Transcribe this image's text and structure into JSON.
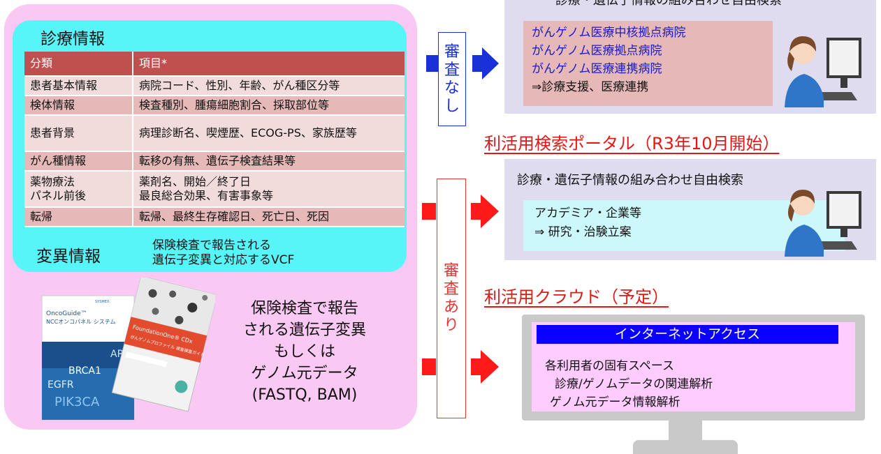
{
  "clinical": {
    "title": "診療情報",
    "header": [
      "分類",
      "項目*"
    ],
    "rows": [
      [
        "患者基本情報",
        "病院コード、性別、年齢、がん種区分等"
      ],
      [
        "検体情報",
        "検査種別、腫瘍細胞割合、採取部位等"
      ],
      [
        "患者背景",
        "病理診断名、喫煙歴、ECOG-PS、家族歴等"
      ],
      [
        "がん種情報",
        "転移の有無、遺伝子検査結果等"
      ],
      [
        "薬物療法\nパネル前後",
        "薬剤名、開始／終了日\n最良総合効果、有害事象等"
      ],
      [
        "転帰",
        "転帰、最終生存確認日、死亡日、死因"
      ]
    ]
  },
  "mutation": {
    "title": "変異情報",
    "desc": [
      "保険検査で報告される",
      "遺伝子変異と対応するVCF"
    ]
  },
  "brochures": {
    "left_title": "OncoGuide™",
    "left_subtitle": "NCCオンコパネル システム",
    "left_brand": "SYSMEX",
    "left_genes": [
      "ARID",
      "BRCA1",
      "EGFR",
      "PIK3CA"
    ],
    "right_title": "FoundationOne® CDx",
    "right_subtitle": "がんゲノムプロファイル 検査検査ガイド"
  },
  "bottom_text": [
    "保険検査で報告",
    "される遺伝子変異",
    "もしくは",
    "ゲノム元データ",
    "(FASTQ, BAM)"
  ],
  "review_none": [
    "審",
    "査",
    "な",
    "し"
  ],
  "review_yes": [
    "審",
    "査",
    "あ",
    "り"
  ],
  "box1": {
    "title": "診療・遺伝子情報の組み合わせ自由検索",
    "lines": [
      "がんゲノム医療中核拠点病院",
      "がんゲノム医療拠点病院",
      "がんゲノム医療連携病院",
      "⇒診療支援、医療連携"
    ]
  },
  "portal_heading": "利活用検索ポータル（R3年10月開始）",
  "box2": {
    "title": "診療・遺伝子情報の組み合わせ自由検索",
    "lines": [
      "アカデミア・企業等",
      "⇒ 研究・治験立案"
    ]
  },
  "cloud_heading": "利活用クラウド（予定）",
  "cloud": {
    "bar": "インターネットアクセス",
    "lines": [
      "各利用者の固有スペース",
      "診療/ゲノムデータの関連解析",
      "ゲノム元データ情報解析"
    ]
  },
  "colors": {
    "pink_panel": "#f9c8f3",
    "cyan_panel": "#57f4f8",
    "table_header": "#c0504d",
    "blue_arrow": "#1a30d8",
    "red_arrow": "#ff1a1a",
    "heading_red": "#e01818",
    "internet_bar": "#0a00ff"
  }
}
